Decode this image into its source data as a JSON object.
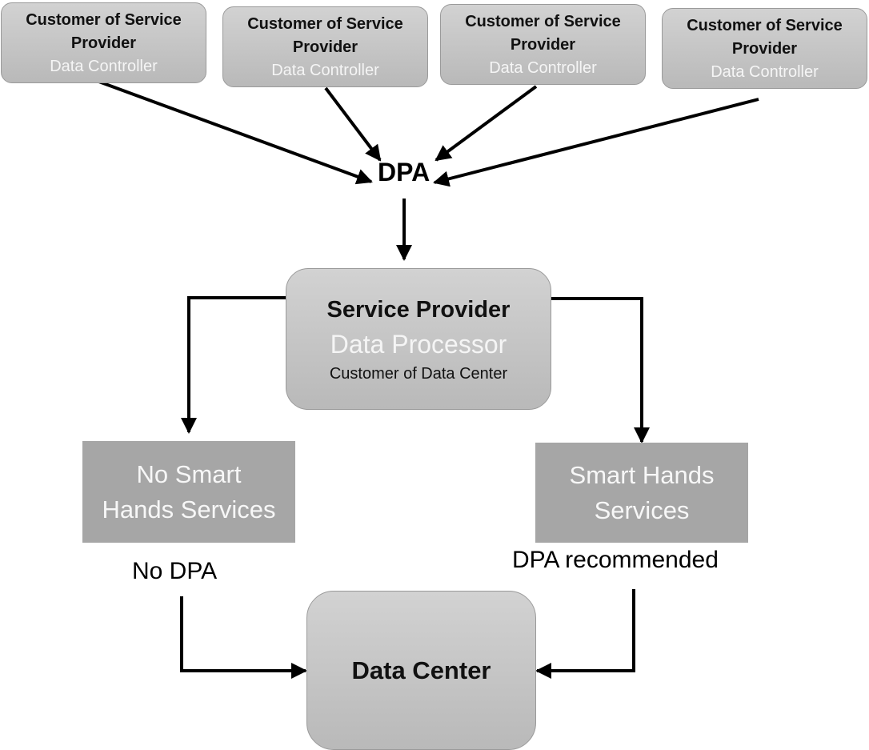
{
  "customers": [
    {
      "title": "Customer of Service Provider",
      "role": "Data Controller"
    },
    {
      "title": "Customer of Service Provider",
      "role": "Data Controller"
    },
    {
      "title": "Customer of Service Provider",
      "role": "Data Controller"
    },
    {
      "title": "Customer of Service Provider",
      "role": "Data Controller"
    }
  ],
  "dpa_hub": {
    "label": "DPA"
  },
  "service_provider": {
    "title": "Service Provider",
    "role": "Data Processor",
    "subtitle": "Customer of Data Center"
  },
  "branches": {
    "left": {
      "label": "No Smart Hands Services",
      "line1": "No Smart",
      "line2": "Hands Services",
      "note": "No DPA"
    },
    "right": {
      "label": "Smart Hands Services",
      "line1": "Smart Hands",
      "line2": "Services",
      "note": "DPA recommended"
    }
  },
  "data_center": {
    "title": "Data Center"
  },
  "colors": {
    "box_fill_top": "#d2d2d2",
    "box_fill_bottom": "#b9b9b9",
    "square_fill": "#a6a6a6",
    "arrow": "#000000",
    "role_text": "#f5f5f5"
  }
}
